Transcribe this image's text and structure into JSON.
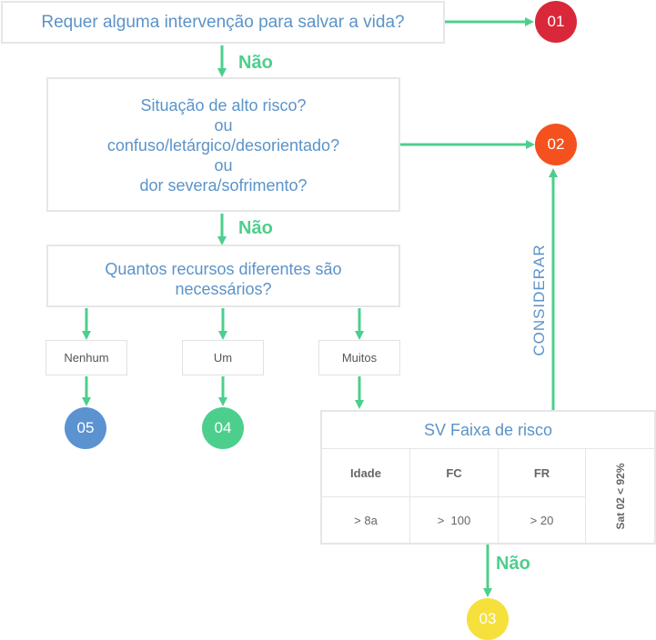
{
  "questions": {
    "q1": "Requer alguma intervenção para salvar a vida?",
    "q2": [
      "Situação de alto risco?",
      "ou",
      "confuso/letárgico/desorientado?",
      "ou",
      "dor severa/sofrimento?"
    ],
    "q3": [
      "Quantos recursos diferentes são",
      "necessários?"
    ]
  },
  "labels": {
    "no1": "Não",
    "no2": "Não",
    "no3": "Não",
    "considerar": "CONSIDERAR"
  },
  "options": {
    "none": "Nenhum",
    "one": "Um",
    "many": "Muitos"
  },
  "levels": {
    "l01": {
      "text": "01",
      "color": "#d9283a"
    },
    "l02": {
      "text": "02",
      "color": "#f4511e"
    },
    "l03": {
      "text": "03",
      "color": "#f6e03c"
    },
    "l04": {
      "text": "04",
      "color": "#4ccf8c"
    },
    "l05": {
      "text": "05",
      "color": "#5b93d0"
    }
  },
  "vital_signs": {
    "title": "SV Faixa de risco",
    "headers": [
      "Idade",
      "FC",
      "FR"
    ],
    "values": [
      "> 8a",
      ">  100",
      "> 20"
    ],
    "sat": "Sat 02 < 92%"
  },
  "colors": {
    "arrow": "#4ccf8c",
    "text": "#5b93c8",
    "border": "#e6e6e6"
  }
}
